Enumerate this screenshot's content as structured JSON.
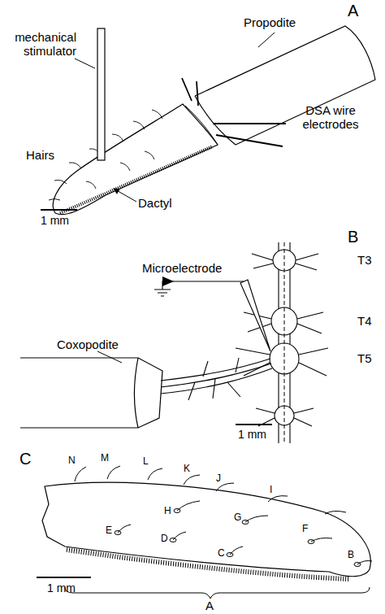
{
  "diagram": {
    "labels": [
      "A",
      "Propodite",
      "mechanical stimulator",
      "Hairs",
      "DSA wire electrodes",
      "Dactyl",
      "1 mm",
      "B",
      "Microelectrode",
      "Coxopodite",
      "T3",
      "T4",
      "T5",
      "1 mm",
      "C",
      "N",
      "M",
      "L",
      "K",
      "J",
      "H",
      "I",
      "G",
      "F",
      "E",
      "D",
      "C",
      "B",
      "A",
      "1 mm"
    ]
  }
}
